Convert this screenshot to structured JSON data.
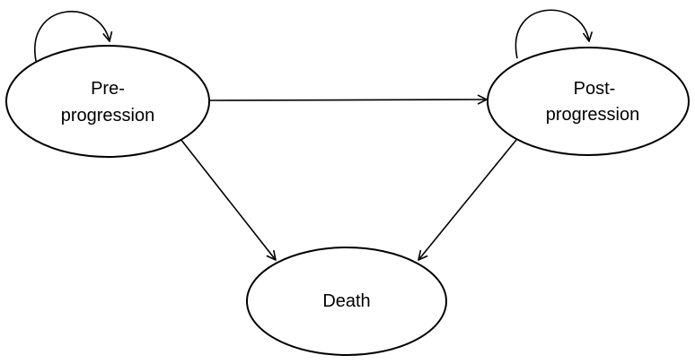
{
  "diagram": {
    "type": "state-transition",
    "states": {
      "pre": {
        "line1": "Pre-",
        "line2": "progression"
      },
      "post": {
        "line1": "Post-",
        "line2": "progression"
      },
      "death": {
        "label": "Death"
      }
    },
    "transitions": [
      {
        "from": "Pre-progression",
        "to": "Pre-progression"
      },
      {
        "from": "Pre-progression",
        "to": "Post-progression"
      },
      {
        "from": "Pre-progression",
        "to": "Death"
      },
      {
        "from": "Post-progression",
        "to": "Post-progression"
      },
      {
        "from": "Post-progression",
        "to": "Death"
      }
    ],
    "colors": {
      "stroke": "#000000",
      "fill": "#ffffff"
    }
  }
}
